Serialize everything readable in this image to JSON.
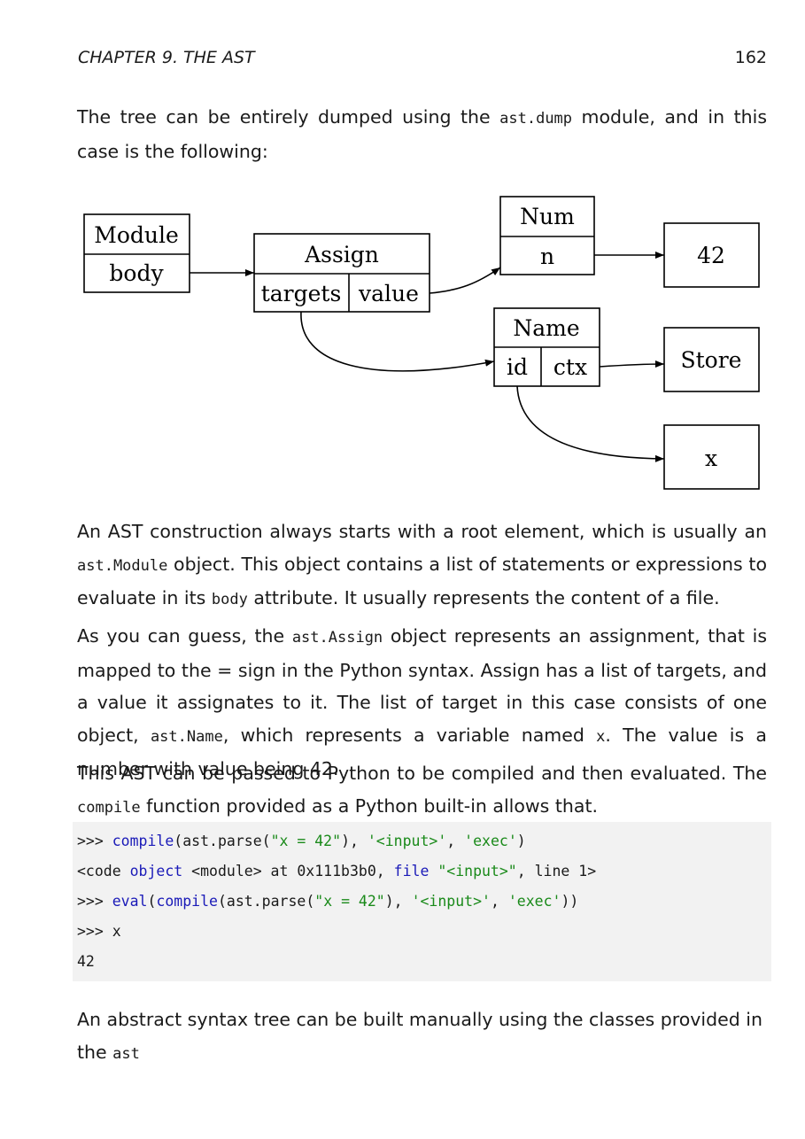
{
  "header": {
    "chapter": "CHAPTER 9.  THE AST",
    "page_number": "162"
  },
  "intro": {
    "text1": "The tree can be entirely dumped using the ",
    "code1": "ast.dump",
    "text2": " module, and in this case is the following:"
  },
  "diagram": {
    "module": {
      "title": "Module",
      "field": "body"
    },
    "assign": {
      "title": "Assign",
      "field1": "targets",
      "field2": "value"
    },
    "num": {
      "title": "Num",
      "field": "n"
    },
    "name": {
      "title": "Name",
      "field1": "id",
      "field2": "ctx"
    },
    "value_42": "42",
    "store": "Store",
    "x": "x"
  },
  "p1": {
    "t1": "An AST construction always starts with a root element, which is usually an ",
    "c1": "ast.Module",
    "t2": " object. This object contains a list of statements or expressions to evaluate in its ",
    "c2": "body",
    "t3": " attribute. It usually represents the content of a file."
  },
  "p2": {
    "t1": "As you can guess, the ",
    "c1": "ast.Assign",
    "t2": " object represents an assignment, that is mapped to the = sign in the Python syntax. Assign has a list of targets, and a value it assignates to it. The list of target in this case consists of one object, ",
    "c2": "ast.Name",
    "t3": ", which represents a variable named ",
    "c3": "x",
    "t4": ". The value is a number with value being 42."
  },
  "p3": {
    "t1": "This AST can be passed to Python to be compiled and then evaluated. The ",
    "c1": "compile",
    "t2": " function provided as a Python built-in allows that."
  },
  "code": {
    "l1": {
      "prompt": ">>> ",
      "fn": "compile",
      "a": "(ast.parse(",
      "s1": "\"x = 42\"",
      "b": "), ",
      "s2": "'<input>'",
      "c": ", ",
      "s3": "'exec'",
      "d": ")"
    },
    "l2": {
      "a": "<code ",
      "kw1": "object",
      "b": " <module> at 0x111b3b0, ",
      "kw2": "file",
      "c": " ",
      "s1": "\"<input>\"",
      "d": ", line 1>"
    },
    "l3": {
      "prompt": ">>> ",
      "fn1": "eval",
      "a": "(",
      "fn2": "compile",
      "b": "(ast.parse(",
      "s1": "\"x = 42\"",
      "c": "), ",
      "s2": "'<input>'",
      "d": ", ",
      "s3": "'exec'",
      "e": "))"
    },
    "l4": ">>> x",
    "l5": "42"
  },
  "p4": {
    "t1": "An abstract syntax tree can be built manually using the classes provided in the ",
    "c1": "ast"
  }
}
